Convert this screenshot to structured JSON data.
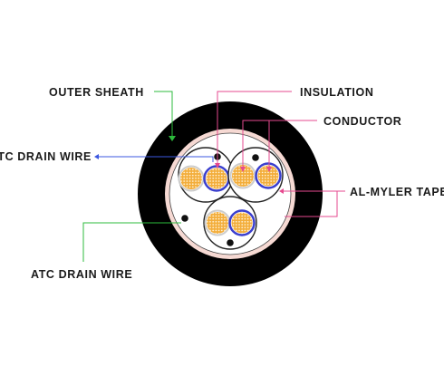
{
  "labels": {
    "outer_sheath": "OUTER SHEATH",
    "insulation": "INSULATION",
    "conductor": "CONDUCTOR",
    "atc_drain_wire_top": "ATC DRAIN WIRE",
    "al_myler_tape": "AL-MYLER TAPE",
    "atc_drain_wire_bottom": "ATC DRAIN WIRE"
  },
  "colors": {
    "sheath": "#000000",
    "pink_layer": "#f6d9d3",
    "conductor_fill": "#f3ad3a",
    "insulation_ring": "#3b3fce",
    "leader_green": "#2dbb3c",
    "leader_pink": "#e64a8f",
    "leader_blue": "#3b57e0"
  }
}
